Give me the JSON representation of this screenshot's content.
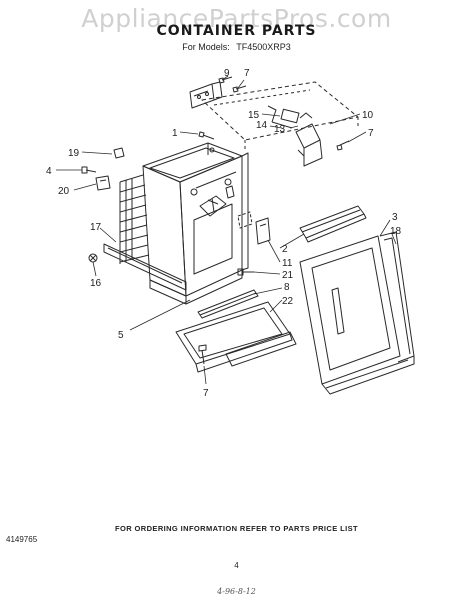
{
  "watermark": "AppliancePartsPros.com",
  "title": "CONTAINER PARTS",
  "models_label": "For Models:",
  "models_value": "TF4500XRP3",
  "footer_text": "FOR ORDERING INFORMATION REFER TO PARTS PRICE LIST",
  "page_number": "4",
  "document_number": "4149765",
  "handwritten_note": "4-96-8-12",
  "callouts": {
    "c9": "9",
    "c7a": "7",
    "c10": "10",
    "c15": "15",
    "c14": "14",
    "c13": "13",
    "c7b": "7",
    "c1": "1",
    "c19": "19",
    "c4": "4",
    "c20": "20",
    "c3": "3",
    "c18": "18",
    "c17": "17",
    "c2": "2",
    "c11": "11",
    "c16": "16",
    "c21": "21",
    "c8": "8",
    "c22": "22",
    "c5": "5",
    "c7c": "7"
  }
}
